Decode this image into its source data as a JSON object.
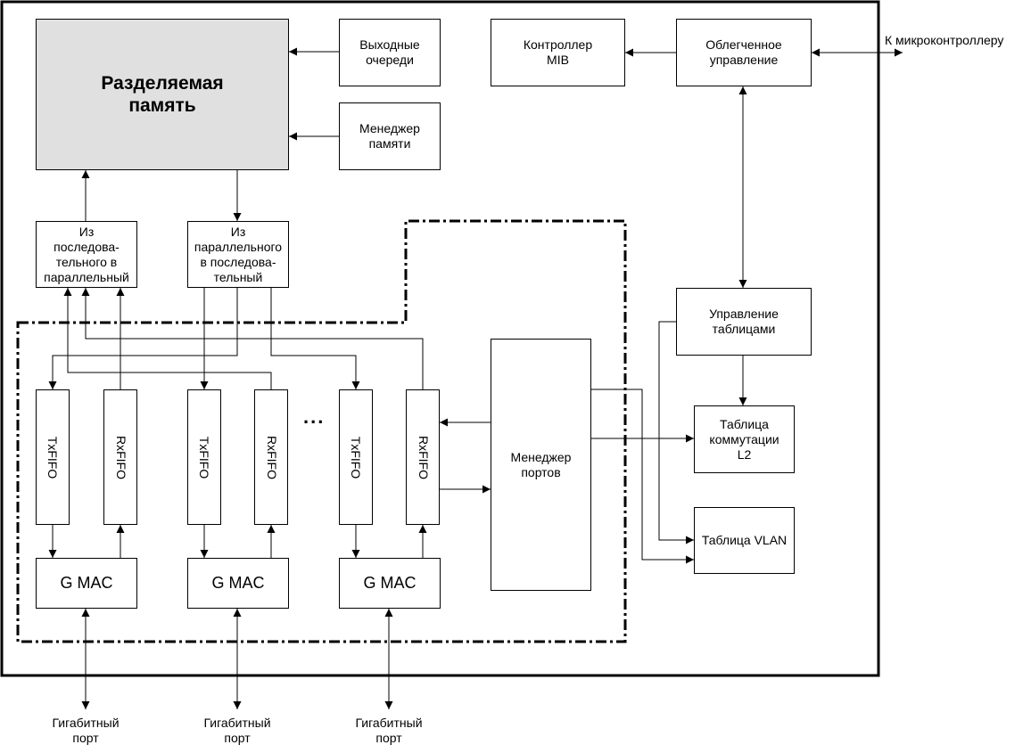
{
  "blocks": {
    "shared_memory": "Разделяемая\nпамять",
    "output_queues": "Выходные\nочереди",
    "memory_manager": "Менеджер\nпамяти",
    "mib_controller": "Контроллер\nMIB",
    "light_management": "Облегченное\nуправление",
    "serial_to_parallel": "Из\nпоследова-\nтельного в\nпараллельный",
    "parallel_to_serial": "Из\nпараллельного\nв последова-\nтельный",
    "table_management": "Управление\nтаблицами",
    "port_manager": "Менеджер\nпортов",
    "l2_switch_table": "Таблица\nкоммутации\nL2",
    "vlan_table": "Таблица VLAN"
  },
  "ports": [
    {
      "tx": "TxFIFO",
      "rx": "RxFIFO",
      "mac": "G MAC",
      "label": "Гигабитный\nпорт"
    },
    {
      "tx": "TxFIFO",
      "rx": "RxFIFO",
      "mac": "G MAC",
      "label": "Гигабитный\nпорт"
    },
    {
      "tx": "TxFIFO",
      "rx": "RxFIFO",
      "mac": "G MAC",
      "label": "Гигабитный\nпорт"
    }
  ],
  "ellipsis": "...",
  "external_label": "К микроконтроллеру"
}
